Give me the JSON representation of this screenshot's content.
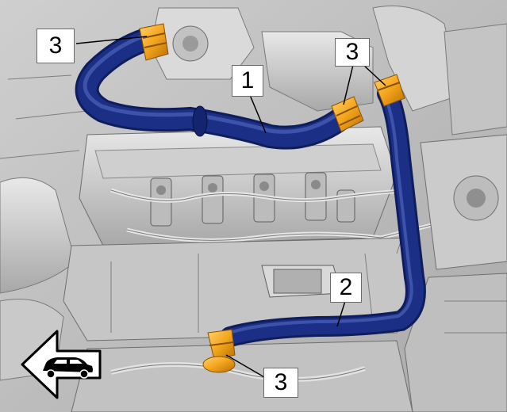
{
  "diagram": {
    "callouts": [
      {
        "id": "c1",
        "label": "3"
      },
      {
        "id": "c2",
        "label": "1"
      },
      {
        "id": "c3",
        "label": "3"
      },
      {
        "id": "c4",
        "label": "2"
      },
      {
        "id": "c5",
        "label": "3"
      }
    ],
    "icons": {
      "direction": "vehicle-front-direction-arrow-icon"
    },
    "colors": {
      "hose": "#1b2f86",
      "hose_highlight": "#4b62b8",
      "connector": "#f3a41b",
      "engine_light": "#d8d8d8",
      "engine_mid": "#b8b8b8",
      "engine_dark": "#8a8a8a",
      "leader": "#000000"
    }
  }
}
